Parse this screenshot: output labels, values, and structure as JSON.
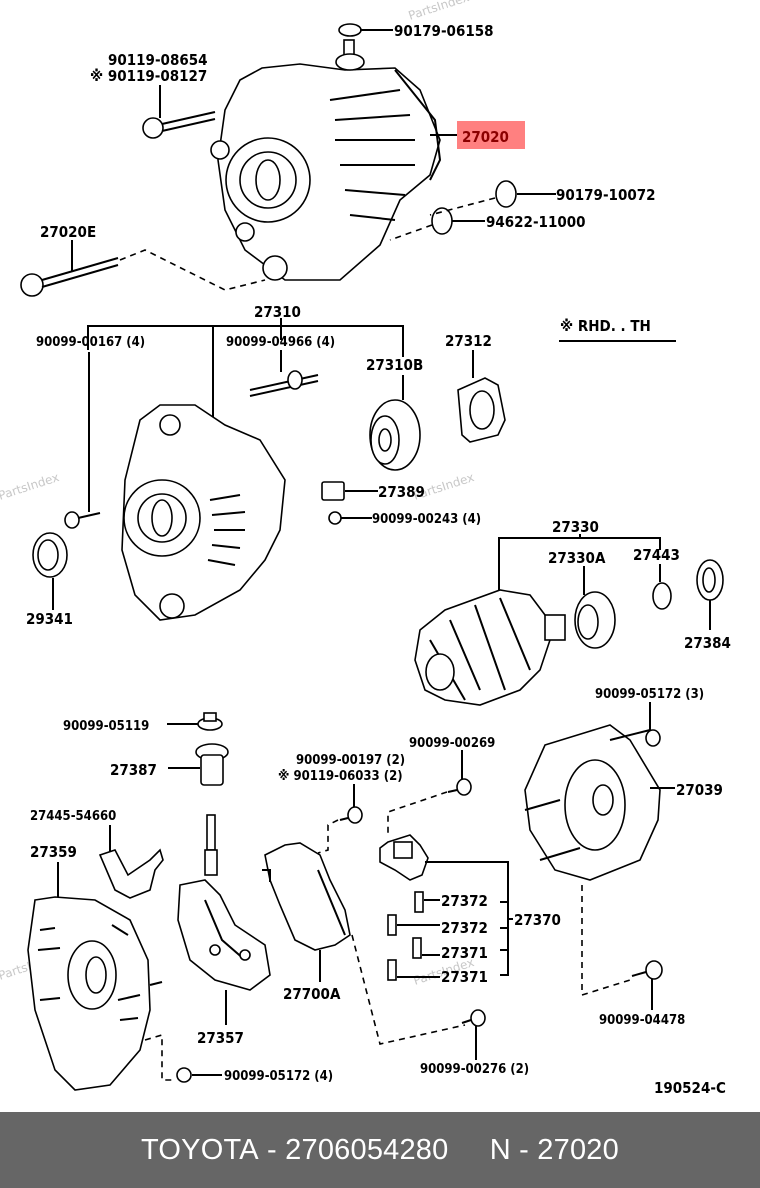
{
  "footer": {
    "brand": "TOYOTA",
    "part_number": "2706054280",
    "ref_prefix": "N",
    "ref_number": "27020",
    "separator": " - "
  },
  "diagram": {
    "highlight_color": "#ff8080",
    "highlight_text_color": "#8b0000",
    "watermark": "PartsIndex",
    "legend": "※  RHD. . TH",
    "figure_code": "190524-C",
    "labels": {
      "p90179_06158": "90179-06158",
      "p90119_08654": "90119-08654",
      "p90119_08127": "※ 90119-08127",
      "p27020": "27020",
      "p90179_10072": "90179-10072",
      "p94622_11000": "94622-11000",
      "p27020E": "27020E",
      "p27310": "27310",
      "p90099_00167": "90099-00167 (4)",
      "p90099_04966": "90099-04966 (4)",
      "p27310B": "27310B",
      "p27312": "27312",
      "p27389": "27389",
      "p90099_00243": "90099-00243 (4)",
      "p29341": "29341",
      "p27330": "27330",
      "p27330A": "27330A",
      "p27443": "27443",
      "p27384": "27384",
      "p90099_05172_3": "90099-05172 (3)",
      "p90099_05119": "90099-05119",
      "p27387": "27387",
      "p90099_00197": "90099-00197 (2)",
      "p90119_06033": "※ 90119-06033 (2)",
      "p90099_00269": "90099-00269",
      "p27039": "27039",
      "p27445_54660": "27445-54660",
      "p27359": "27359",
      "p27372a": "27372",
      "p27372b": "27372",
      "p27370": "27370",
      "p27371a": "27371",
      "p27371b": "27371",
      "p27700A": "27700A",
      "p27357": "27357",
      "p90099_04478": "90099-04478",
      "p90099_00276": "90099-00276 (2)",
      "p90099_05172_4": "90099-05172 (4)"
    }
  }
}
